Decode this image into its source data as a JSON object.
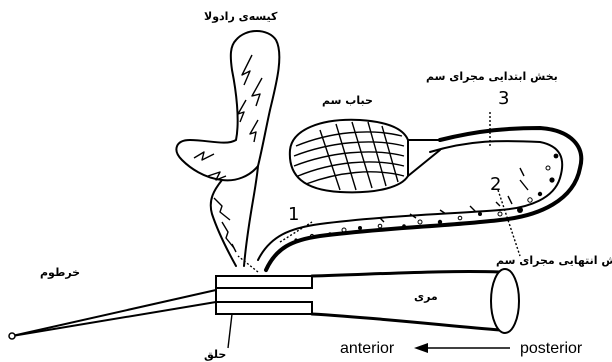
{
  "labels": {
    "venom_sac": "کیسه‌ی رادولا",
    "venom_bulb": "حباب سم",
    "proximal_duct": "بخش ابتدایی مجرای سم",
    "distal_duct": "بخش انتهایی مجرای سم",
    "proboscis": "خرطوم",
    "esophagus": "مری",
    "pharynx": "حلق",
    "anterior": "anterior",
    "posterior": "posterior"
  },
  "markers": {
    "m1": "1",
    "m2": "2",
    "m3": "3"
  }
}
